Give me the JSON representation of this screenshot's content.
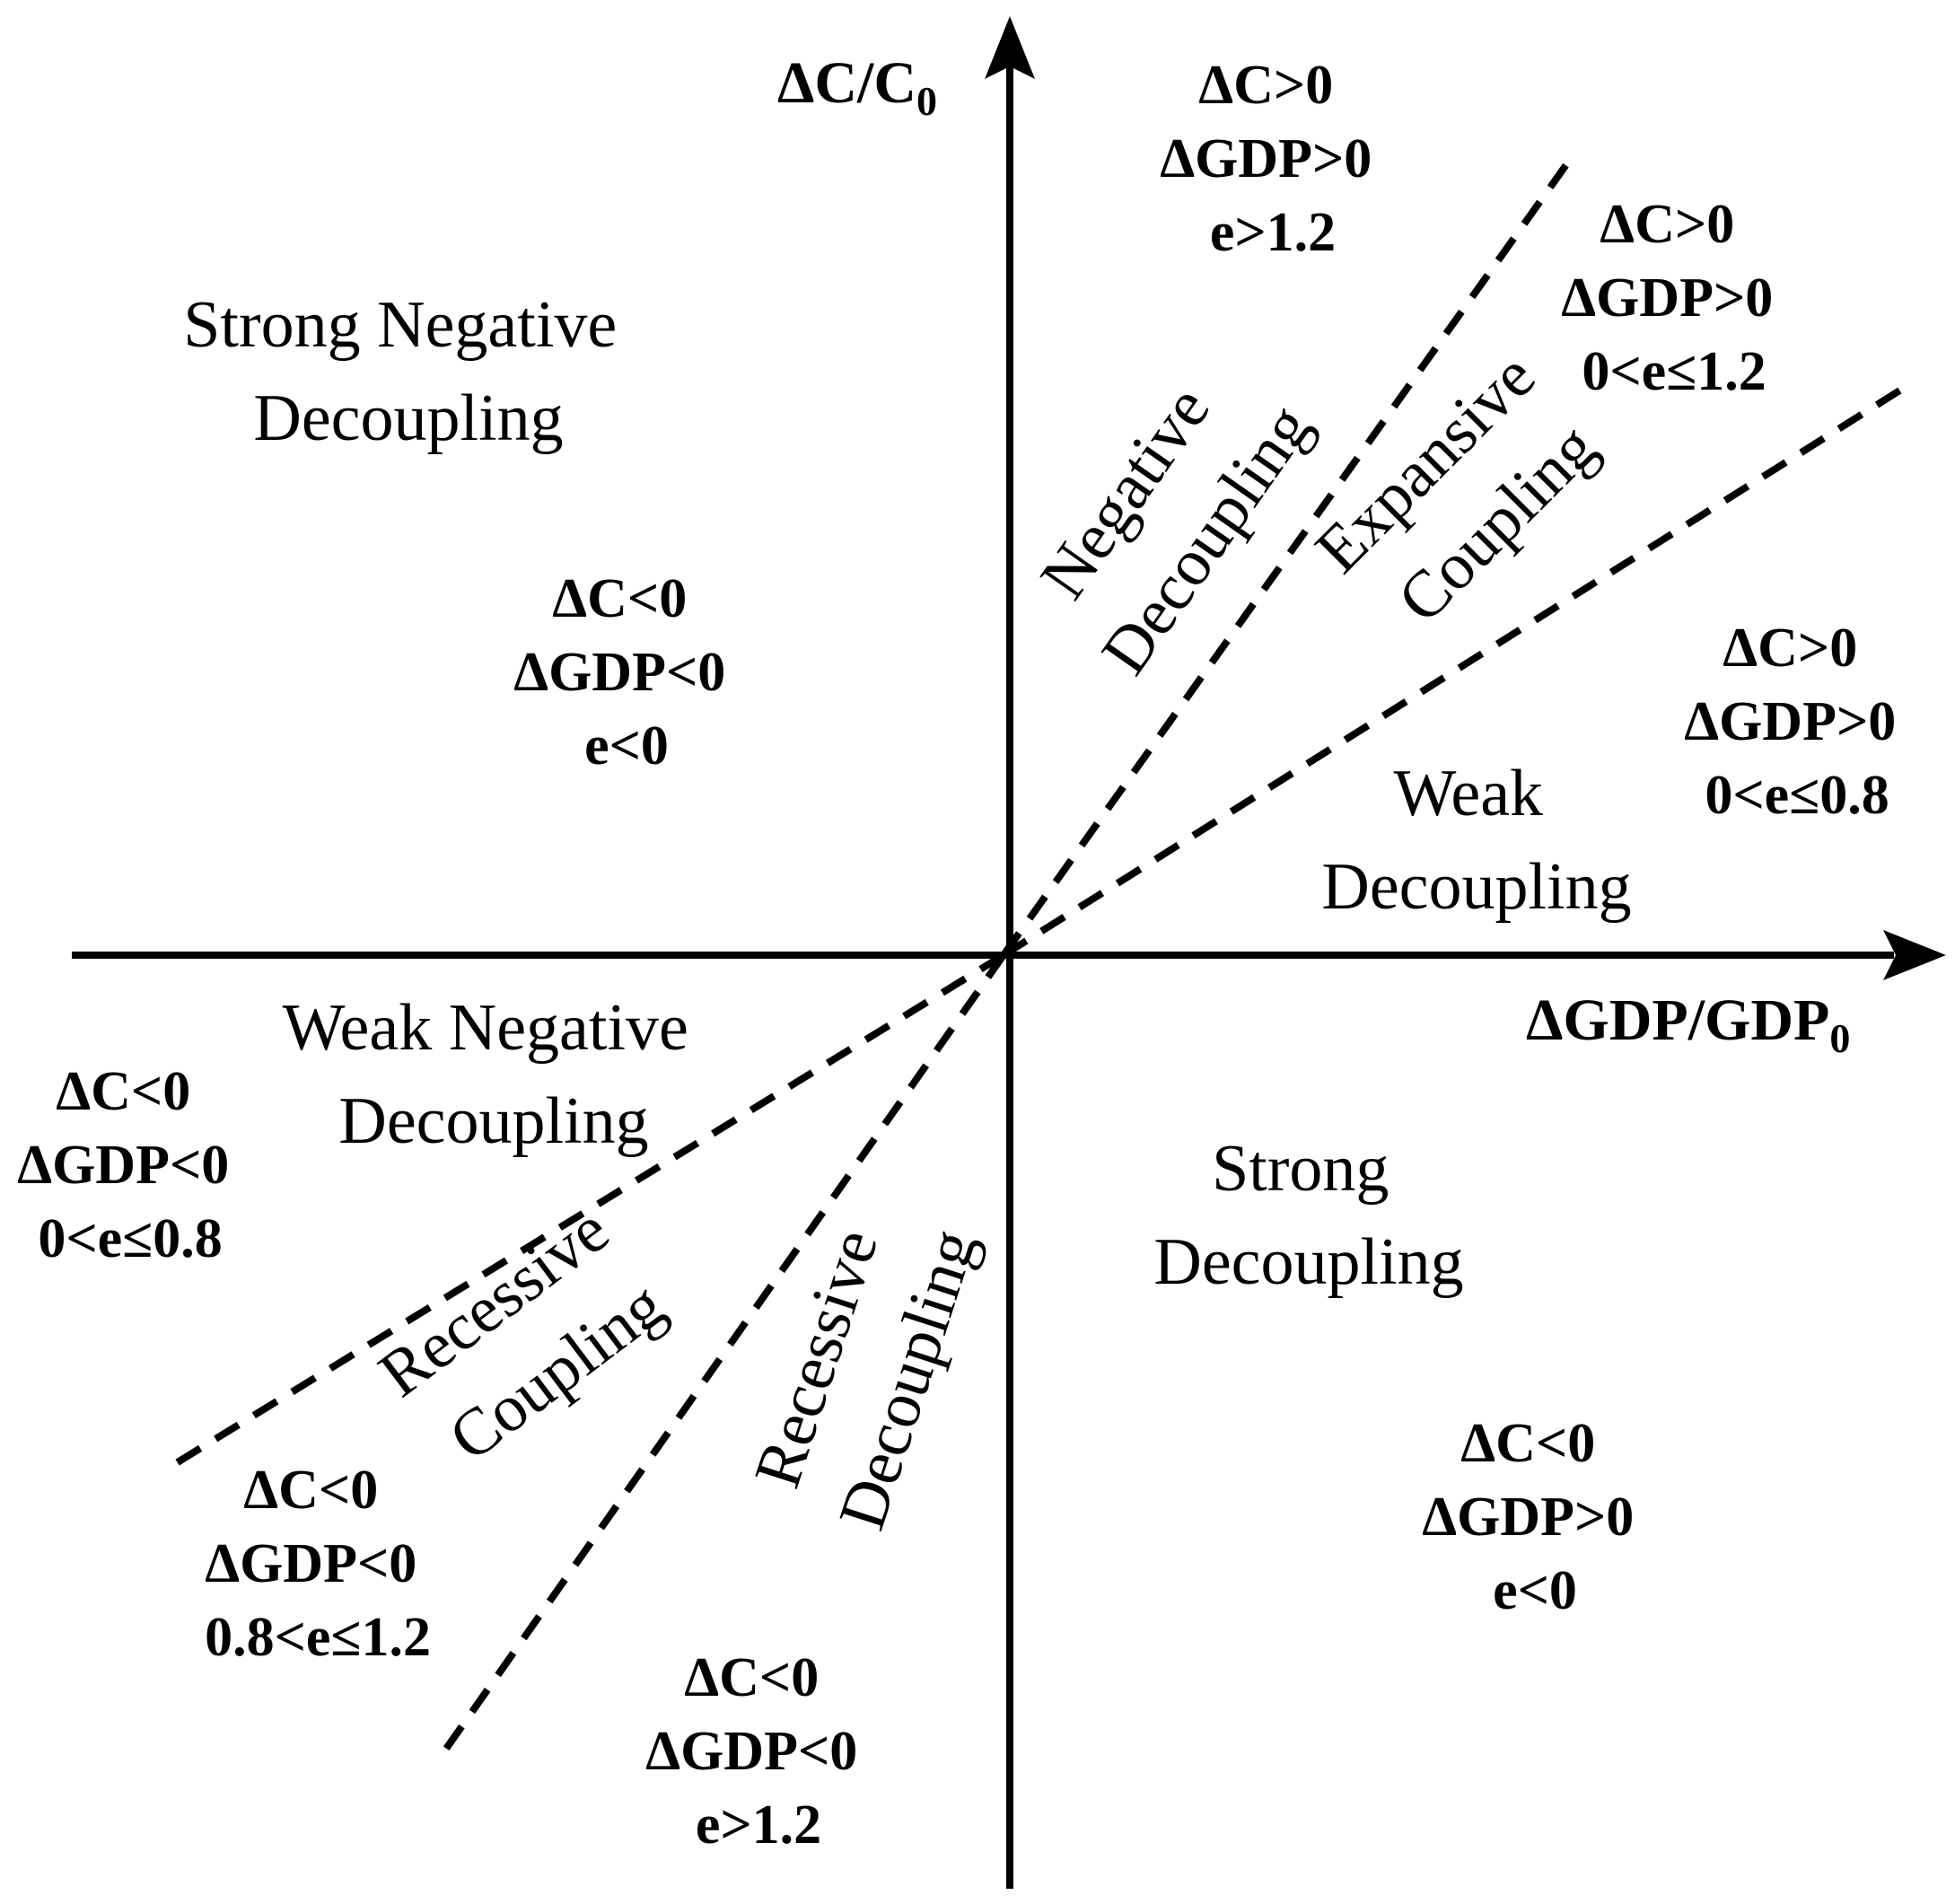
{
  "axes": {
    "y_label_main": "ΔC/C",
    "y_label_sub": "0",
    "x_label_main": "ΔGDP/GDP",
    "x_label_sub": "0"
  },
  "regions": {
    "strong_negative_decoupling": [
      "Strong Negative",
      "Decoupling"
    ],
    "negative_decoupling": [
      "Negative",
      "Decoupling"
    ],
    "expansive_coupling": [
      "Expansive",
      "Coupling"
    ],
    "weak_decoupling": [
      "Weak",
      "Decoupling"
    ],
    "weak_negative_decoupling": [
      "Weak Negative",
      "Decoupling"
    ],
    "recessive_coupling": [
      "Recessive",
      "Coupling"
    ],
    "recessive_decoupling": [
      "Recessive",
      "Decoupling"
    ],
    "strong_decoupling": [
      "Strong",
      "Decoupling"
    ]
  },
  "conditions": {
    "negative_decoupling": [
      "ΔC>0",
      "ΔGDP>0",
      "e>1.2"
    ],
    "expansive_coupling": [
      "ΔC>0",
      "ΔGDP>0",
      "0<e≤1.2"
    ],
    "weak_decoupling": [
      "ΔC>0",
      "ΔGDP>0",
      "0<e≤0.8"
    ],
    "strong_negative_decoupling": [
      "ΔC<0",
      "ΔGDP<0",
      "e<0"
    ],
    "weak_negative_decoupling": [
      "ΔC<0",
      "ΔGDP<0",
      "0<e≤0.8"
    ],
    "recessive_coupling": [
      "ΔC<0",
      "ΔGDP<0",
      "0.8<e≤1.2"
    ],
    "recessive_decoupling": [
      "ΔC<0",
      "ΔGDP<0",
      "e>1.2"
    ],
    "strong_decoupling": [
      "ΔC<0",
      "ΔGDP>0",
      "e<0"
    ]
  }
}
